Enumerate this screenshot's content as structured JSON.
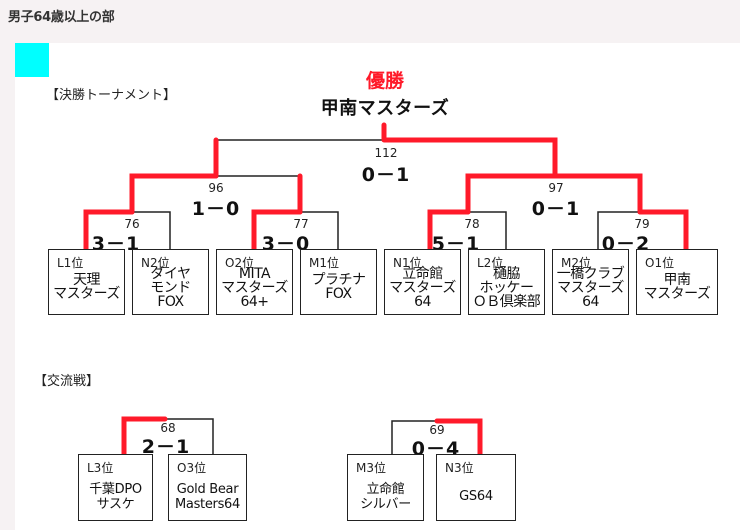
{
  "page_title": "男子64歳以上の部",
  "accent_color": "#00ffff",
  "win_line_color": "#ff1a2a",
  "tournament": {
    "section_label": "【決勝トーナメント】",
    "champion_label": "優勝",
    "champion_name": "甲南マスターズ",
    "final": {
      "match_no": "112",
      "score": "0－1"
    },
    "semifinals": [
      {
        "match_no": "96",
        "score": "1－0"
      },
      {
        "match_no": "97",
        "score": "0－1"
      }
    ],
    "quarterfinals": [
      {
        "match_no": "76",
        "score": "3－1"
      },
      {
        "match_no": "77",
        "score": "3－0"
      },
      {
        "match_no": "78",
        "score": "5－1"
      },
      {
        "match_no": "79",
        "score": "0－2"
      }
    ],
    "teams": [
      {
        "seed": "L1位",
        "name": "天理\nマスターズ"
      },
      {
        "seed": "N2位",
        "name": "ダイヤ\nモンド\nFOX"
      },
      {
        "seed": "O2位",
        "name": "MITA\nマスターズ\n64+"
      },
      {
        "seed": "M1位",
        "name": "プラチナ\nFOX"
      },
      {
        "seed": "N1位",
        "name": "立命館\nマスターズ\n64"
      },
      {
        "seed": "L2位",
        "name": "樋脇\nホッケー\nＯＢ倶楽部"
      },
      {
        "seed": "M2位",
        "name": "一橋クラブ\nマスターズ\n64"
      },
      {
        "seed": "O1位",
        "name": "甲南\nマスターズ"
      }
    ]
  },
  "exchange": {
    "section_label": "【交流戦】",
    "matches": [
      {
        "match_no": "68",
        "score": "2－1",
        "teams": [
          {
            "seed": "L3位",
            "name": "千葉DPO\nサスケ"
          },
          {
            "seed": "O3位",
            "name": "Gold Bear\nMasters64"
          }
        ]
      },
      {
        "match_no": "69",
        "score": "0－4",
        "teams": [
          {
            "seed": "M3位",
            "name": "立命館\nシルバー"
          },
          {
            "seed": "N3位",
            "name": "GS64"
          }
        ]
      }
    ]
  }
}
